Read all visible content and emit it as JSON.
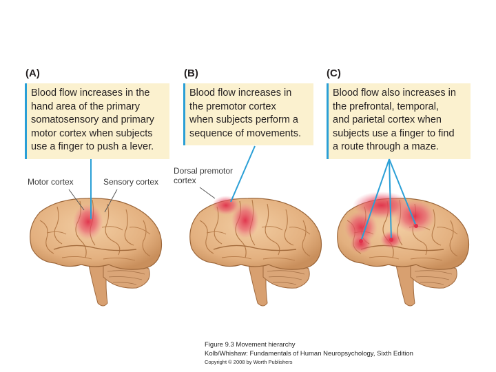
{
  "panels": [
    {
      "letter": "(A)",
      "caption": "Blood flow increases in the\nhand area of the primary\nsomatosensory and primary\nmotor cortex when subjects\nuse a finger to push a lever."
    },
    {
      "letter": "(B)",
      "caption": "Blood flow increases in\nthe premotor cortex\nwhen subjects perform a\nsequence of movements."
    },
    {
      "letter": "(C)",
      "caption": "Blood flow also increases in\nthe prefrontal, temporal,\nand parietal cortex  when\nsubjects use a finger to find\na route through a maze."
    }
  ],
  "labels": {
    "motor_cortex": "Motor cortex",
    "sensory_cortex": "Sensory cortex",
    "dorsal_premotor_cortex": "Dorsal premotor\ncortex"
  },
  "credit": {
    "figure": "Figure 9.3  Movement hierarchy",
    "book": "Kolb/Whishaw: Fundamentals of Human Neuropsychology, Sixth Edition",
    "copyright": "Copyright © 2008 by Worth Publishers"
  },
  "colors": {
    "caption_bg": "#fbf1cf",
    "caption_rule": "#2a9fd6",
    "brain": "#e8b98a",
    "activation": "#e0304a"
  }
}
